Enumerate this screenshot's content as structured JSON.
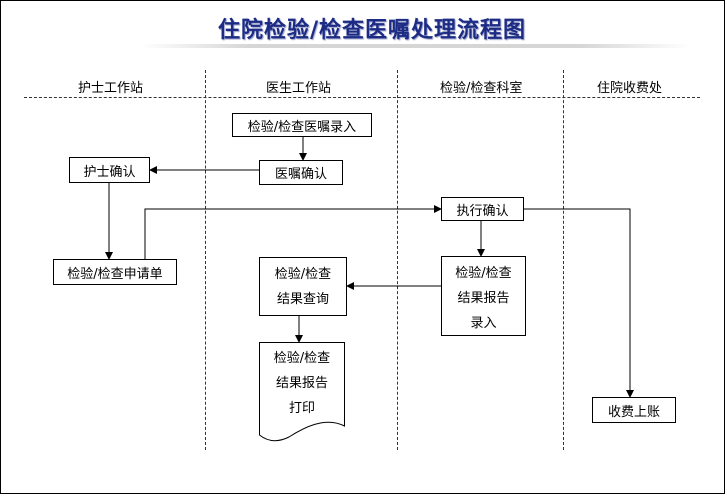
{
  "title": "住院检验/检查医嘱处理流程图",
  "lanes": [
    "护士工作站",
    "医生工作站",
    "检验/检查科室",
    "住院收费处"
  ],
  "nodes": {
    "order_entry": "检验/检查医嘱录入",
    "order_confirm": "医嘱确认",
    "nurse_confirm": "护士确认",
    "request_form": "检验/检查申请单",
    "exec_confirm": "执行确认",
    "result_entry": [
      "检验/检查",
      "结果报告",
      "录入"
    ],
    "result_query": [
      "检验/检查",
      "结果查询"
    ],
    "result_print": [
      "检验/检查",
      "结果报告",
      "打印"
    ],
    "billing": "收费上账"
  }
}
